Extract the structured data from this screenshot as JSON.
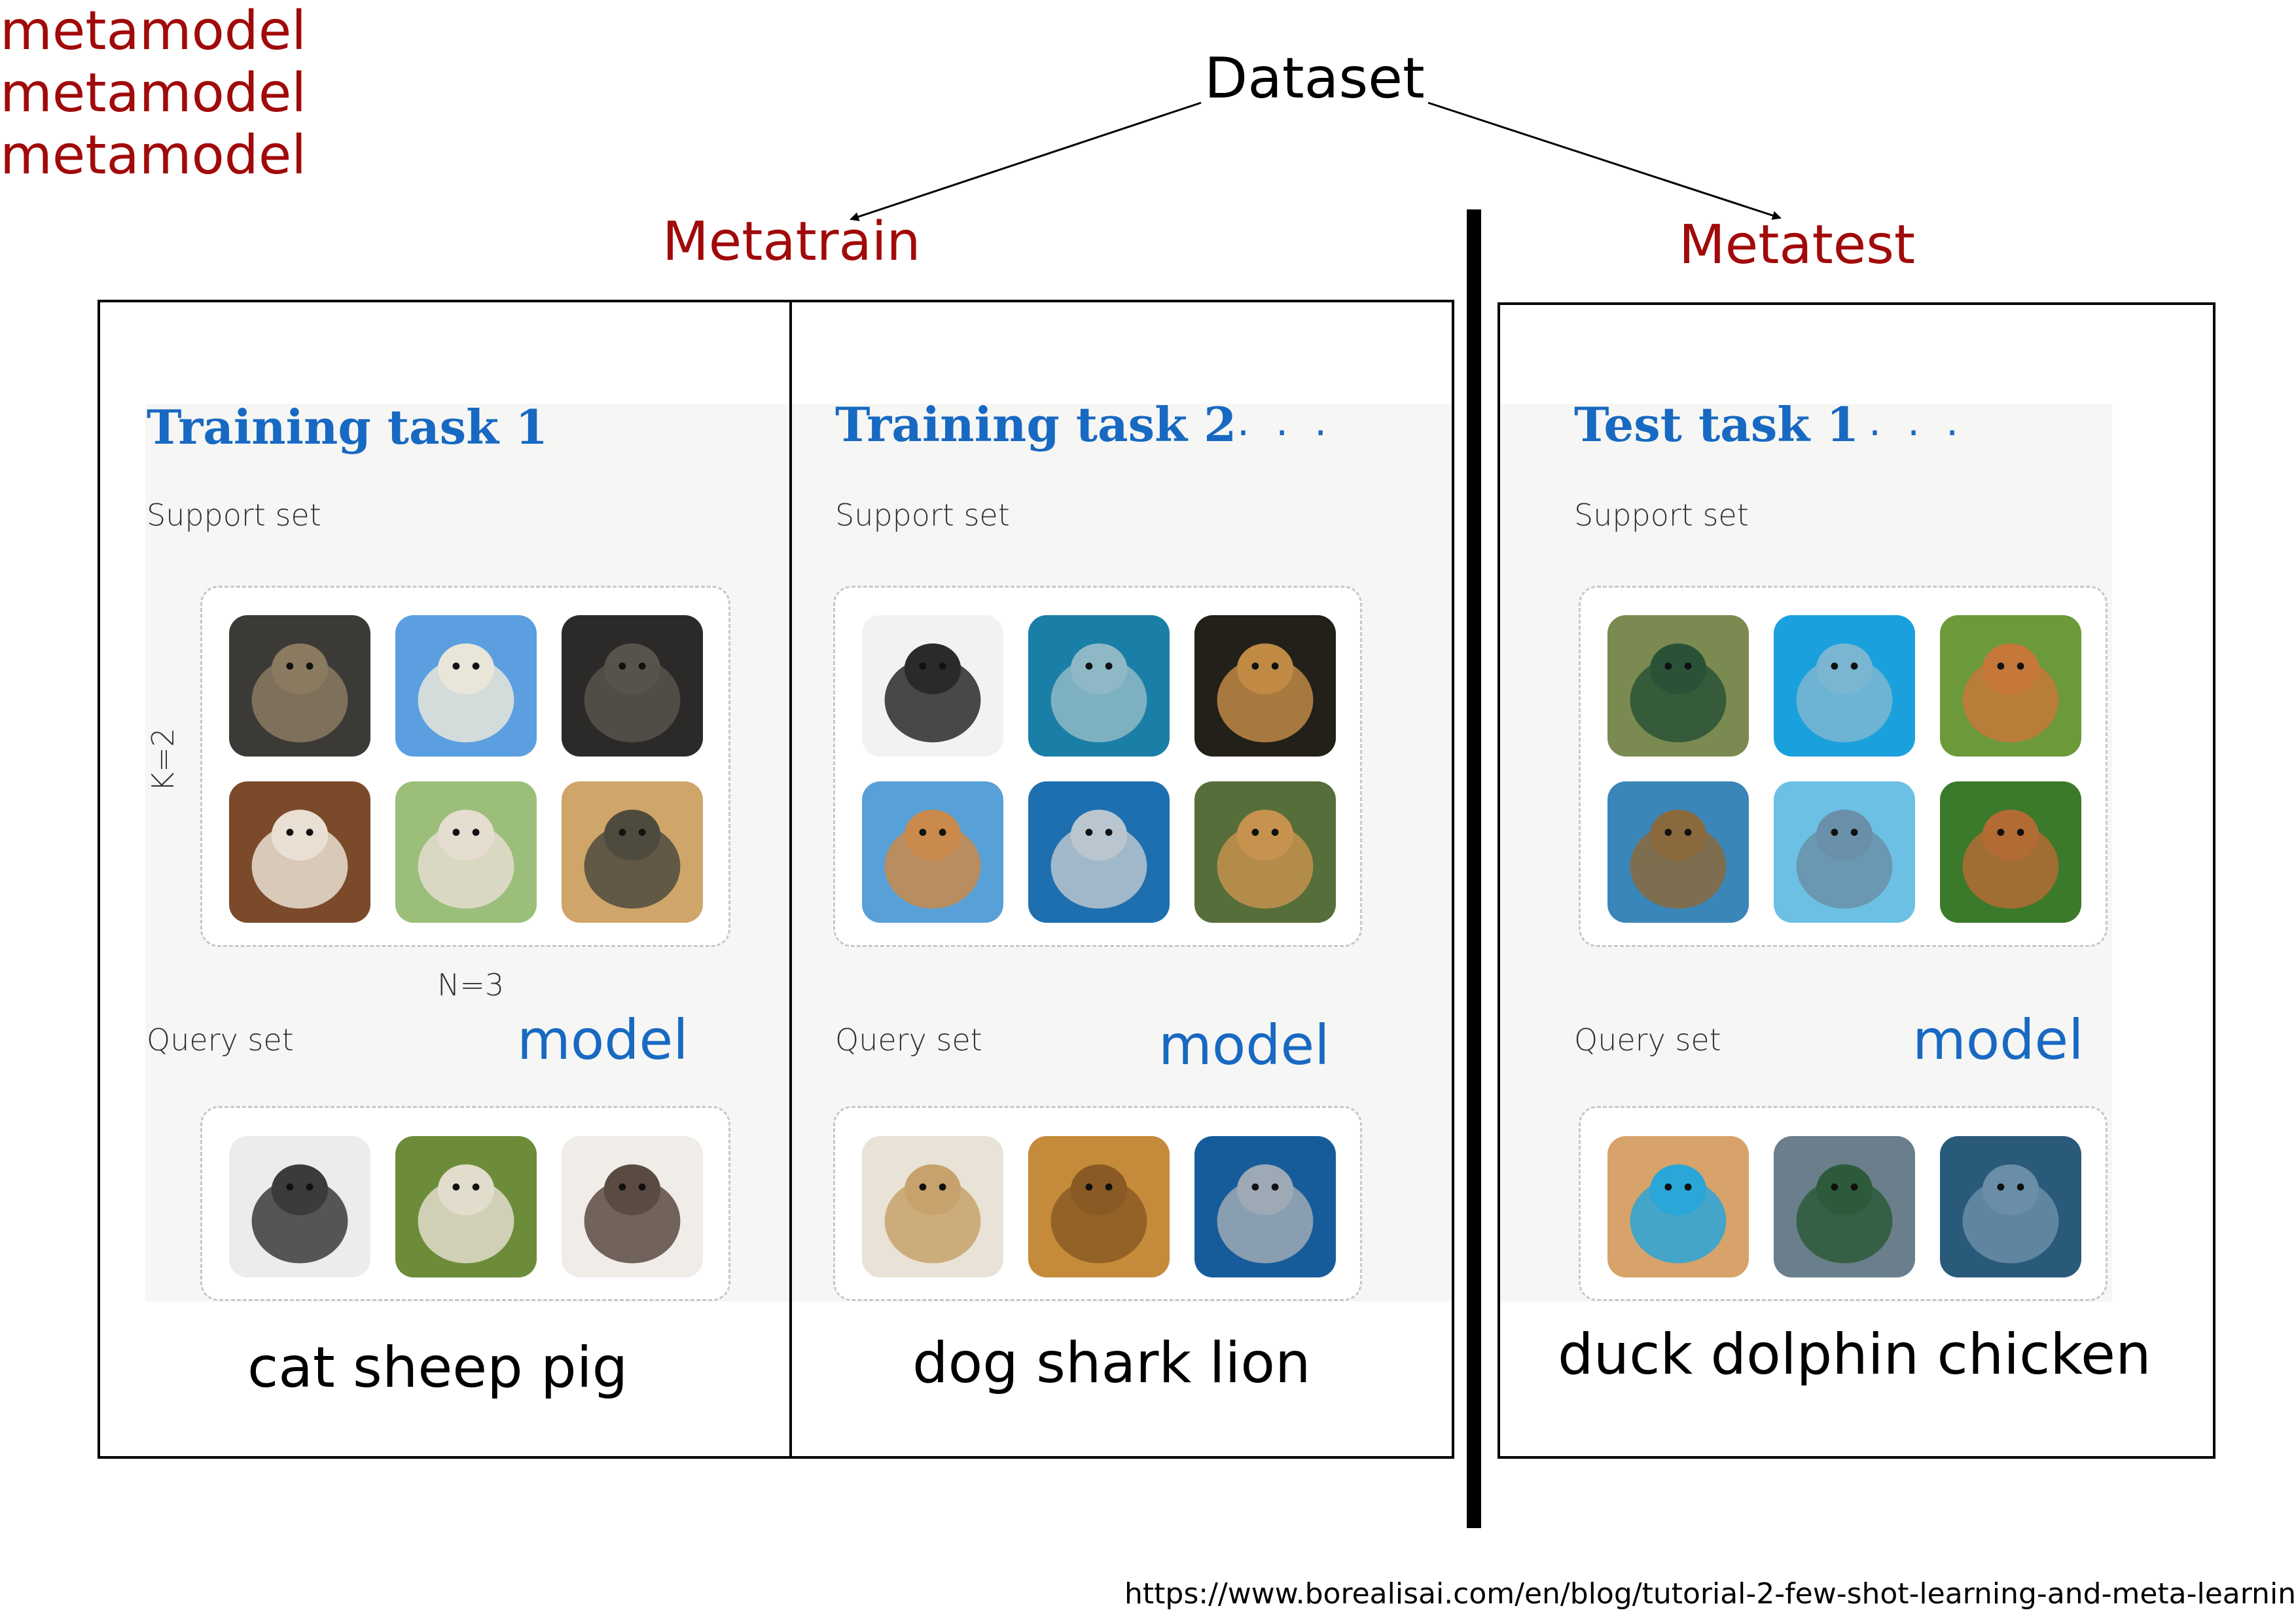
{
  "header": {
    "dataset": "Dataset",
    "metatrain": "Metatrain",
    "metatest": "Metatest"
  },
  "tasks": [
    {
      "title": "Training task 1",
      "support_label": "Support set",
      "query_label": "Query set",
      "model_label": "model",
      "classes": "cat sheep pig",
      "metamodel": "metamodel",
      "k_label": "K=2",
      "n_label": "N=3",
      "support": [
        {
          "animal": "cat",
          "colors": [
            "#3c3a36",
            "#8a7a60"
          ]
        },
        {
          "animal": "sheep",
          "colors": [
            "#5b9fe0",
            "#e9e5d9"
          ]
        },
        {
          "animal": "pig",
          "colors": [
            "#2b2a28",
            "#57524b"
          ]
        },
        {
          "animal": "cat",
          "colors": [
            "#7a4a2a",
            "#e9dfd2"
          ]
        },
        {
          "animal": "sheep",
          "colors": [
            "#9bbf7a",
            "#e4ddd0"
          ]
        },
        {
          "animal": "pig",
          "colors": [
            "#cfa56a",
            "#4e4a3e"
          ]
        }
      ],
      "query": [
        {
          "animal": "pig",
          "colors": [
            "#ececec",
            "#3b3b3b"
          ]
        },
        {
          "animal": "sheep",
          "colors": [
            "#6c8c3a",
            "#e2dccd"
          ]
        },
        {
          "animal": "cat",
          "colors": [
            "#f0ece7",
            "#5b4a42"
          ]
        }
      ]
    },
    {
      "title": "Training task 2",
      "support_label": "Support set",
      "query_label": "Query set",
      "model_label": "model",
      "classes": "dog shark lion",
      "metamodel": "metamodel",
      "support": [
        {
          "animal": "dog",
          "colors": [
            "#f2f2f2",
            "#2a2a2a"
          ]
        },
        {
          "animal": "shark",
          "colors": [
            "#1a7fa6",
            "#8fb8c6"
          ]
        },
        {
          "animal": "lion",
          "colors": [
            "#222019",
            "#c08a45"
          ]
        },
        {
          "animal": "dog",
          "colors": [
            "#58a0d8",
            "#c98a4b"
          ]
        },
        {
          "animal": "shark",
          "colors": [
            "#1d6fb0",
            "#b9c6cf"
          ]
        },
        {
          "animal": "lion",
          "colors": [
            "#556e3a",
            "#c6924e"
          ]
        }
      ],
      "query": [
        {
          "animal": "lion",
          "colors": [
            "#e8e3d6",
            "#c8a26c"
          ]
        },
        {
          "animal": "lion",
          "colors": [
            "#c58b3a",
            "#8a5a24"
          ]
        },
        {
          "animal": "shark",
          "colors": [
            "#175c9a",
            "#9da9b5"
          ]
        }
      ]
    },
    {
      "title": "Test task 1",
      "support_label": "Support set",
      "query_label": "Query set",
      "model_label": "model",
      "classes": "duck dolphin chicken",
      "metamodel": "metamodel",
      "support": [
        {
          "animal": "duck",
          "colors": [
            "#7b8a50",
            "#2a5236"
          ]
        },
        {
          "animal": "dolphin",
          "colors": [
            "#1ba0de",
            "#7ab6d2"
          ]
        },
        {
          "animal": "chicken",
          "colors": [
            "#6c9a3a",
            "#c5783a"
          ]
        },
        {
          "animal": "duck",
          "colors": [
            "#3b86b8",
            "#8a6a3c"
          ]
        },
        {
          "animal": "dolphin",
          "colors": [
            "#6cc0e4",
            "#6a8fa8"
          ]
        },
        {
          "animal": "chicken",
          "colors": [
            "#3a7a2a",
            "#b36b34"
          ]
        }
      ],
      "query": [
        {
          "animal": "dolphin",
          "colors": [
            "#d7a36a",
            "#2aa6d8"
          ]
        },
        {
          "animal": "duck",
          "colors": [
            "#6a7e8c",
            "#2d5a3a"
          ]
        },
        {
          "animal": "dolphin",
          "colors": [
            "#2a5a7a",
            "#6a8da8"
          ]
        }
      ]
    }
  ],
  "dots": "...",
  "url": "https://www.borealisai.com/en/blog/tutorial-2-few-shot-learning-and-meta-learning-i/"
}
